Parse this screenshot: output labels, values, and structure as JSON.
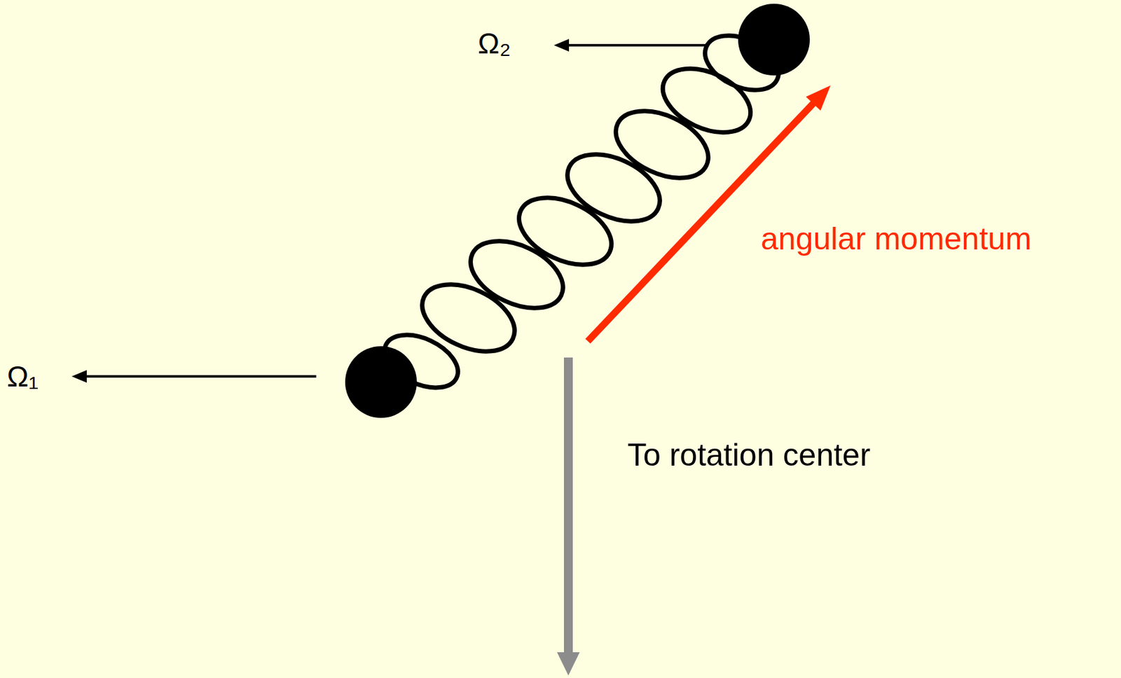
{
  "diagram": {
    "labels": [
      "Ω₂",
      "Ω₁",
      "angular momentum",
      "To rotation center"
    ]
  }
}
